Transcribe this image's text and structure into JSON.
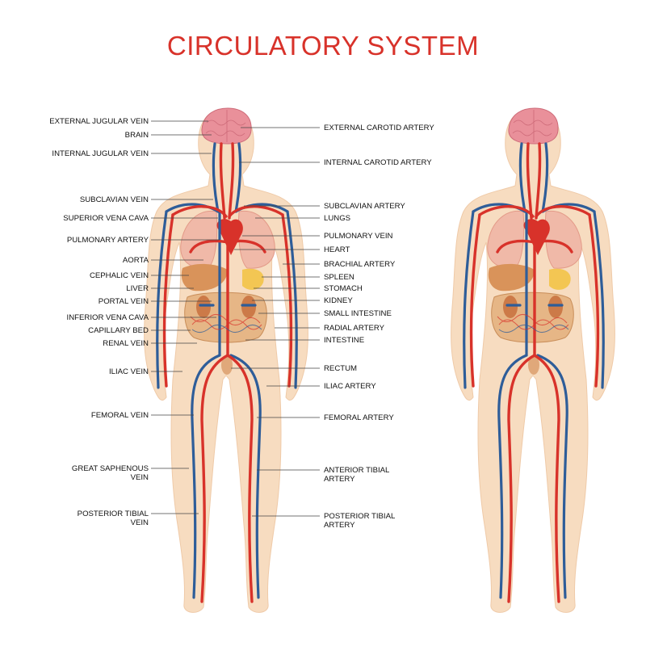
{
  "title": "CIRCULATORY SYSTEM",
  "colors": {
    "title": "#d8322a",
    "skin": "#f7dcc0",
    "artery": "#d8322a",
    "vein": "#2e5d99",
    "brain": "#e9909a",
    "organ": "#e8b889"
  },
  "left_labels": [
    {
      "id": "external-jugular-vein",
      "lines": [
        "EXTERNAL JUGULAR VEIN"
      ]
    },
    {
      "id": "brain",
      "lines": [
        "BRAIN"
      ]
    },
    {
      "id": "internal-jugular-vein",
      "lines": [
        "INTERNAL JUGULAR VEIN"
      ]
    },
    {
      "id": "subclavian-vein",
      "lines": [
        "SUBCLAVIAN VEIN"
      ]
    },
    {
      "id": "superior-vena-cava",
      "lines": [
        "SUPERIOR VENA CAVA"
      ]
    },
    {
      "id": "pulmonary-artery",
      "lines": [
        "PULMONARY ARTERY"
      ]
    },
    {
      "id": "aorta",
      "lines": [
        "AORTA"
      ]
    },
    {
      "id": "cephalic-vein",
      "lines": [
        "CEPHALIC VEIN"
      ]
    },
    {
      "id": "liver",
      "lines": [
        "LIVER"
      ]
    },
    {
      "id": "portal-vein",
      "lines": [
        "PORTAL VEIN"
      ]
    },
    {
      "id": "inferior-vena-cava",
      "lines": [
        "INFERIOR VENA CAVA"
      ]
    },
    {
      "id": "capillary-bed",
      "lines": [
        "CAPILLARY BED"
      ]
    },
    {
      "id": "renal-vein",
      "lines": [
        "RENAL VEIN"
      ]
    },
    {
      "id": "iliac-vein",
      "lines": [
        "ILIAC VEIN"
      ]
    },
    {
      "id": "femoral-vein",
      "lines": [
        "FEMORAL VEIN"
      ]
    },
    {
      "id": "great-saphenous-vein",
      "lines": [
        "GREAT SAPHENOUS",
        "VEIN"
      ]
    },
    {
      "id": "posterior-tibial-vein",
      "lines": [
        "POSTERIOR TIBIAL",
        "VEIN"
      ]
    }
  ],
  "right_labels": [
    {
      "id": "external-carotid-artery",
      "lines": [
        "EXTERNAL CAROTID ARTERY"
      ]
    },
    {
      "id": "internal-carotid-artery",
      "lines": [
        "INTERNAL CAROTID ARTERY"
      ]
    },
    {
      "id": "subclavian-artery",
      "lines": [
        "SUBCLAVIAN ARTERY"
      ]
    },
    {
      "id": "lungs",
      "lines": [
        "LUNGS"
      ]
    },
    {
      "id": "pulmonary-vein",
      "lines": [
        "PULMONARY VEIN"
      ]
    },
    {
      "id": "heart",
      "lines": [
        "HEART"
      ]
    },
    {
      "id": "brachial-artery",
      "lines": [
        "BRACHIAL ARTERY"
      ]
    },
    {
      "id": "spleen",
      "lines": [
        "SPLEEN"
      ]
    },
    {
      "id": "stomach",
      "lines": [
        "STOMACH"
      ]
    },
    {
      "id": "kidney",
      "lines": [
        "KIDNEY"
      ]
    },
    {
      "id": "small-intestine",
      "lines": [
        "SMALL INTESTINE"
      ]
    },
    {
      "id": "radial-artery",
      "lines": [
        "RADIAL ARTERY"
      ]
    },
    {
      "id": "intestine",
      "lines": [
        "INTESTINE"
      ]
    },
    {
      "id": "rectum",
      "lines": [
        "RECTUM"
      ]
    },
    {
      "id": "iliac-artery",
      "lines": [
        "ILIAC ARTERY"
      ]
    },
    {
      "id": "femoral-artery",
      "lines": [
        "FEMORAL ARTERY"
      ]
    },
    {
      "id": "anterior-tibial-artery",
      "lines": [
        "ANTERIOR  TIBIAL",
        "ARTERY"
      ]
    },
    {
      "id": "posterior-tibial-artery",
      "lines": [
        "POSTERIOR TIBIAL",
        "ARTERY"
      ]
    }
  ]
}
